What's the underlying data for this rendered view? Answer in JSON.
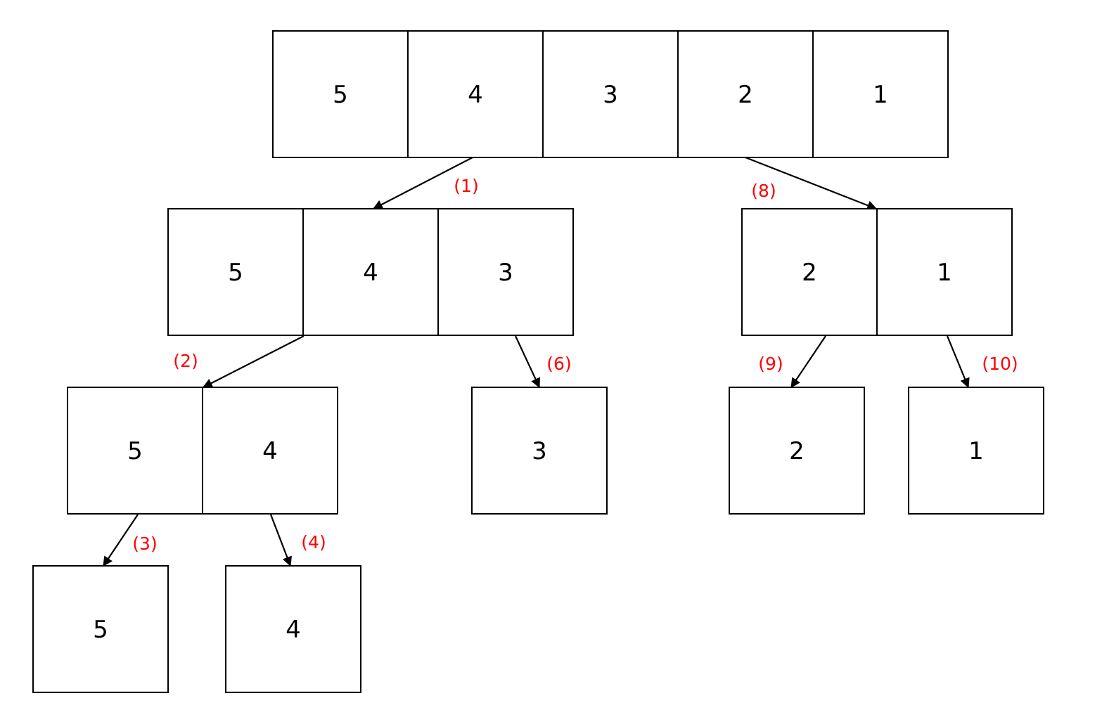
{
  "diagram": {
    "nodes": [
      {
        "id": "root",
        "values": [
          "5",
          "4",
          "3",
          "2",
          "1"
        ]
      },
      {
        "id": "left",
        "values": [
          "5",
          "4",
          "3"
        ]
      },
      {
        "id": "right",
        "values": [
          "2",
          "1"
        ]
      },
      {
        "id": "left-left",
        "values": [
          "5",
          "4"
        ]
      },
      {
        "id": "left-right",
        "values": [
          "3"
        ]
      },
      {
        "id": "right-left",
        "values": [
          "2"
        ]
      },
      {
        "id": "right-right",
        "values": [
          "1"
        ]
      },
      {
        "id": "leaf-5",
        "values": [
          "5"
        ]
      },
      {
        "id": "leaf-4",
        "values": [
          "4"
        ]
      }
    ],
    "edges": [
      {
        "from": "root",
        "to": "left",
        "label": "(1)"
      },
      {
        "from": "root",
        "to": "right",
        "label": "(8)"
      },
      {
        "from": "left",
        "to": "left-left",
        "label": "(2)"
      },
      {
        "from": "left",
        "to": "left-right",
        "label": "(6)"
      },
      {
        "from": "right",
        "to": "right-left",
        "label": "(9)"
      },
      {
        "from": "right",
        "to": "right-right",
        "label": "(10)"
      },
      {
        "from": "left-left",
        "to": "leaf-5",
        "label": "(3)"
      },
      {
        "from": "left-left",
        "to": "leaf-4",
        "label": "(4)"
      }
    ],
    "colors": {
      "box_stroke": "#000000",
      "box_fill": "#ffffff",
      "text": "#000000",
      "step_label": "#ff0000",
      "arrow": "#000000"
    }
  }
}
